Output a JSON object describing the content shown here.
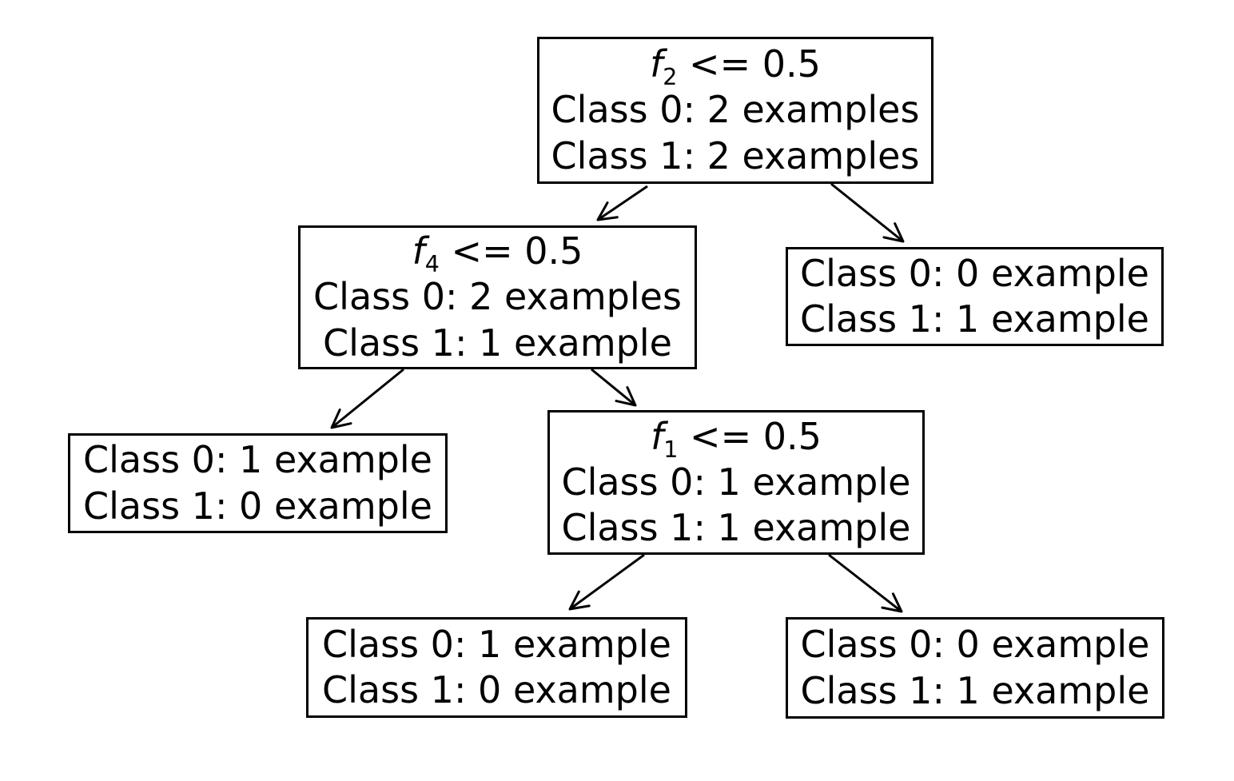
{
  "tree": {
    "nodes": {
      "root": {
        "split": {
          "var": "f",
          "sub": "2",
          "rest": " <= 0.5"
        },
        "class0": "Class 0: 2 examples",
        "class1": "Class 1: 2 examples"
      },
      "f4": {
        "split": {
          "var": "f",
          "sub": "4",
          "rest": " <= 0.5"
        },
        "class0": "Class 0: 2 examples",
        "class1": "Class 1: 1 example"
      },
      "rightLeaf": {
        "class0": "Class 0: 0 example",
        "class1": "Class 1: 1 example"
      },
      "leftLeaf": {
        "class0": "Class 0: 1 example",
        "class1": "Class 1: 0 example"
      },
      "f1": {
        "split": {
          "var": "f",
          "sub": "1",
          "rest": " <= 0.5"
        },
        "class0": "Class 0: 1 example",
        "class1": "Class 1: 1 example"
      },
      "bottomLeftLeaf": {
        "class0": "Class 0: 1 example",
        "class1": "Class 1: 0 example"
      },
      "bottomRightLeaf": {
        "class0": "Class 0: 0 example",
        "class1": "Class 1: 1 example"
      }
    },
    "edges": [
      {
        "from": "root",
        "to": "f4"
      },
      {
        "from": "root",
        "to": "rightLeaf"
      },
      {
        "from": "f4",
        "to": "leftLeaf"
      },
      {
        "from": "f4",
        "to": "f1"
      },
      {
        "from": "f1",
        "to": "bottomLeftLeaf"
      },
      {
        "from": "f1",
        "to": "bottomRightLeaf"
      }
    ],
    "colors": {
      "background": "#ffffff",
      "node_fill": "#ffffff",
      "node_border": "#000000",
      "edge": "#000000"
    }
  }
}
